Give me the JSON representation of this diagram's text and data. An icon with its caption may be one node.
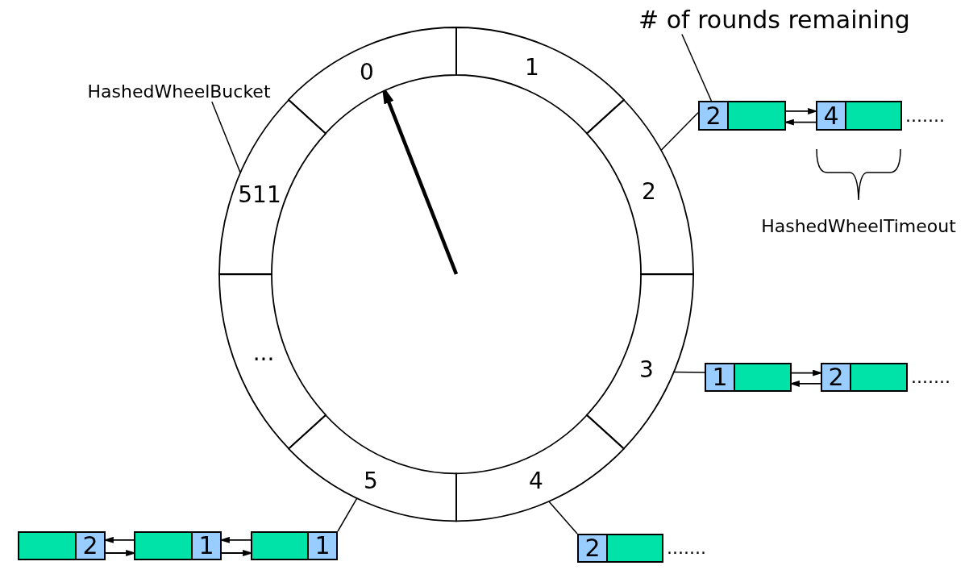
{
  "diagram": {
    "nodes": [
      {
        "text": [
          "# of rounds remaining"
        ]
      },
      {
        "text": [
          "HashedWheelBucket"
        ]
      },
      {
        "text": [
          "0"
        ]
      },
      {
        "text": [
          "1"
        ]
      },
      {
        "text": [
          "2"
        ]
      },
      {
        "text": [
          "3"
        ]
      },
      {
        "text": [
          "4"
        ]
      },
      {
        "text": [
          "5"
        ]
      },
      {
        "text": [
          "..."
        ]
      },
      {
        "text": [
          "511"
        ]
      },
      {
        "text": [
          "2"
        ]
      },
      {
        "text": [
          "4"
        ],
        "beside": [
          "......."
        ]
      },
      {
        "text": [
          "1"
        ]
      },
      {
        "text": [
          "2"
        ],
        "beside": [
          "......."
        ]
      },
      {
        "text": [
          "2"
        ],
        "beside": [
          "......."
        ]
      },
      {
        "text": [
          "1"
        ]
      },
      {
        "text": [
          "1"
        ]
      },
      {
        "text": [
          "2"
        ]
      }
    ],
    "edges": [
      {
        "from": 0,
        "to": 10,
        "arrow": "none"
      },
      {
        "from": 1,
        "to": 9,
        "arrow": "none"
      },
      {
        "from": null,
        "to": 2,
        "arrow": "to",
        "style": "thick"
      },
      {
        "from": 4,
        "to": 10,
        "arrow": "none"
      },
      {
        "from": 10,
        "to": 11,
        "arrow": "to"
      },
      {
        "from": 11,
        "to": 10,
        "arrow": "to"
      },
      {
        "from": 5,
        "to": 12,
        "arrow": "none"
      },
      {
        "from": 12,
        "to": 13,
        "arrow": "to"
      },
      {
        "from": 13,
        "to": 12,
        "arrow": "to"
      },
      {
        "from": 6,
        "to": 14,
        "arrow": "none"
      },
      {
        "from": 7,
        "to": 15,
        "arrow": "none"
      },
      {
        "from": 15,
        "to": 16,
        "arrow": "to"
      },
      {
        "from": 16,
        "to": 15,
        "arrow": "to"
      },
      {
        "from": 16,
        "to": 17,
        "arrow": "to"
      },
      {
        "from": 17,
        "to": 16,
        "arrow": "to"
      }
    ],
    "labels": [
      "HashedWheelTimeout"
    ]
  }
}
